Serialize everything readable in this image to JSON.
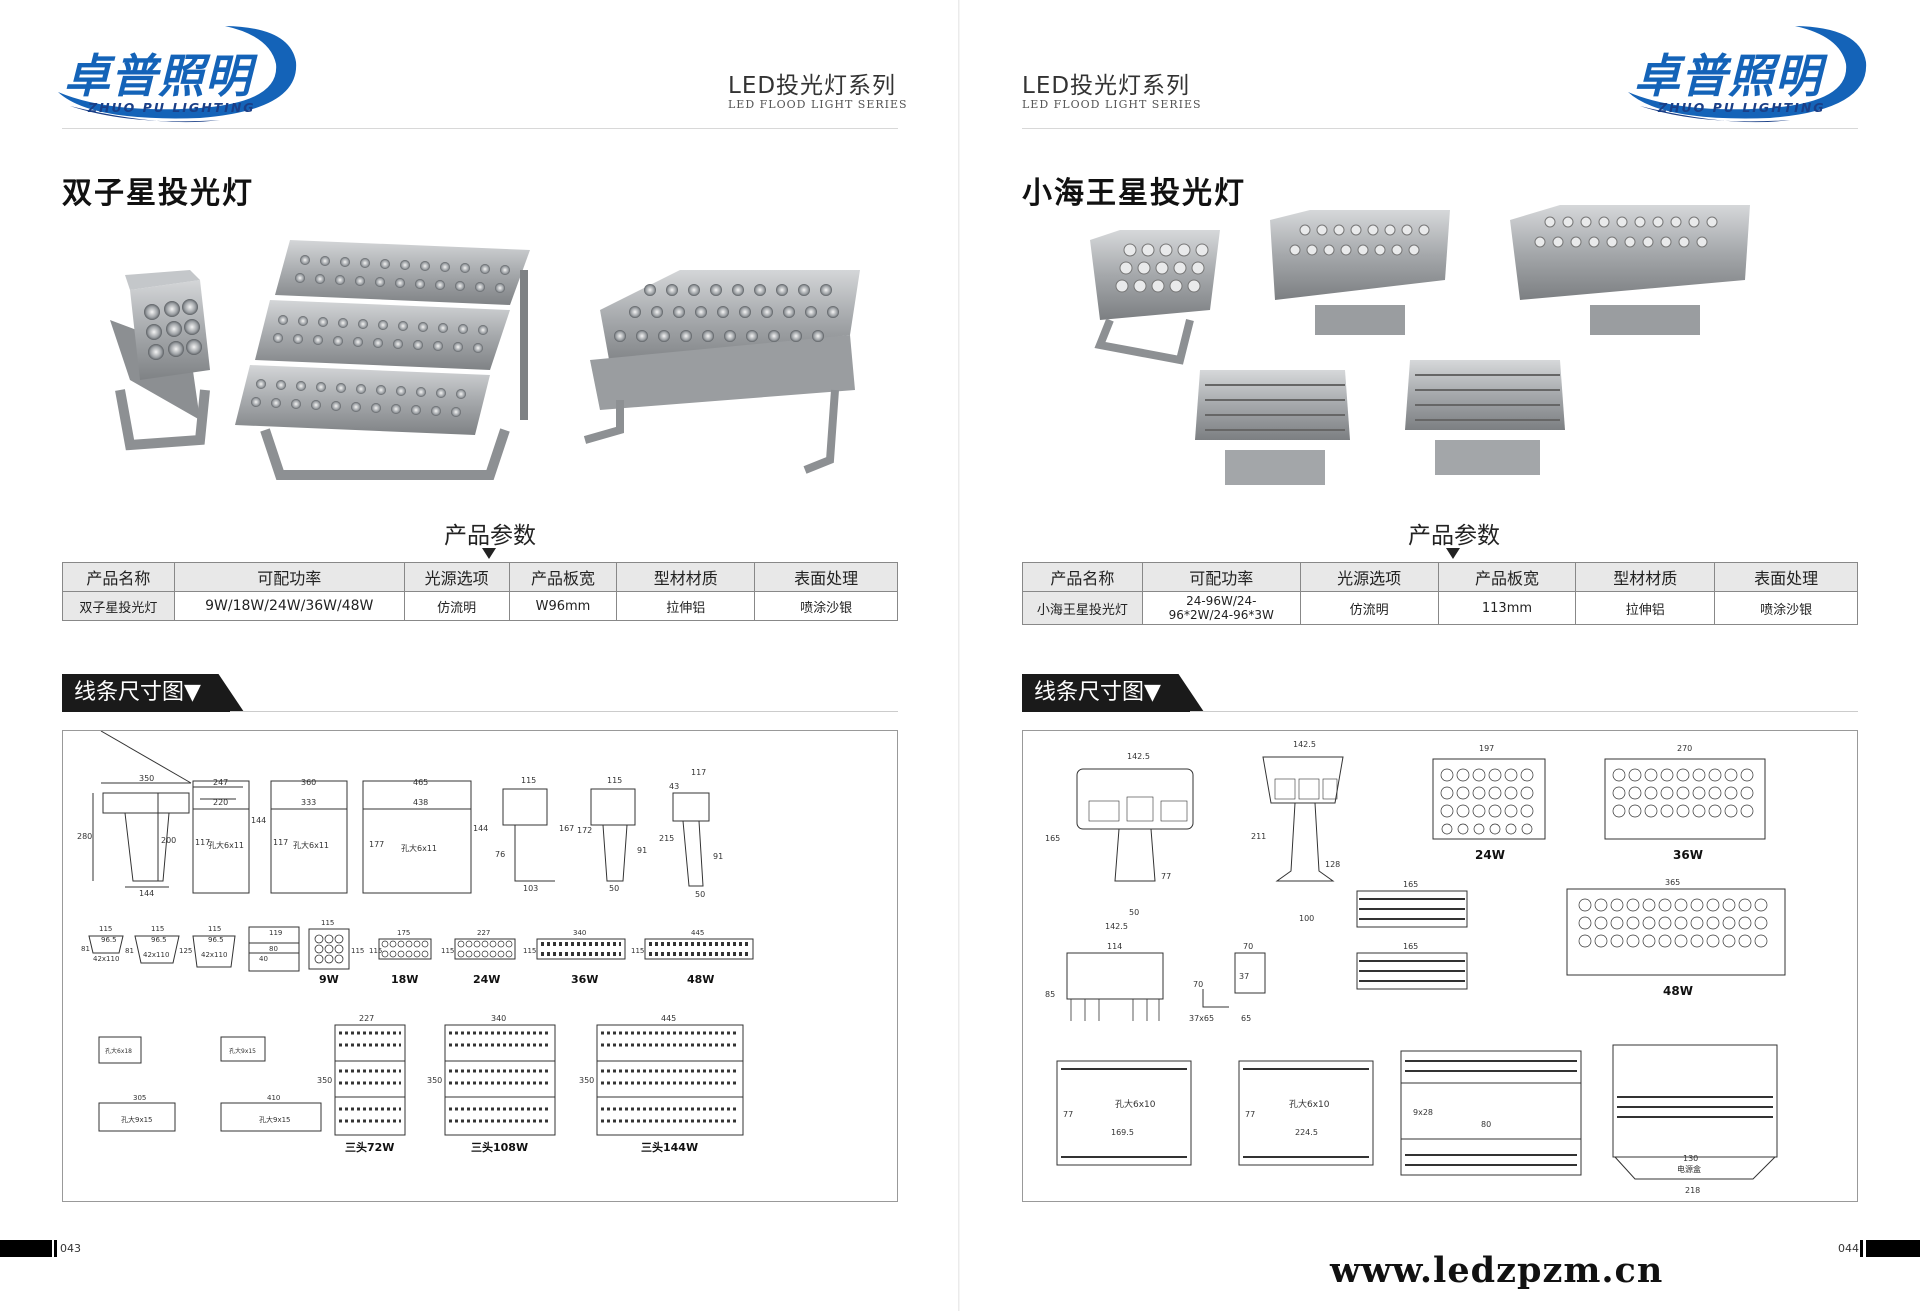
{
  "left": {
    "logo": {
      "cn": "卓普照明",
      "en": "ZHUO PU LIGHTING"
    },
    "series": {
      "cn": "LED投光灯系列",
      "en": "LED FLOOD LIGHT SERIES"
    },
    "title": "双子星投光灯",
    "params_title": "产品参数",
    "params": {
      "headers": [
        "产品名称",
        "可配功率",
        "光源选项",
        "产品板宽",
        "型材材质",
        "表面处理"
      ],
      "values": [
        "双子星投光灯",
        "9W/18W/24W/36W/48W",
        "仿流明",
        "W96mm",
        "拉伸铝",
        "喷涂沙银"
      ]
    },
    "dim_title": "线条尺寸图▼",
    "dims": {
      "top_row": [
        "350",
        "280",
        "200",
        "144",
        "247",
        "220",
        "144",
        "117",
        "孔大6x11",
        "360",
        "333",
        "117",
        "孔大6x11",
        "465",
        "438",
        "177",
        "孔大6x11",
        "144",
        "115",
        "167",
        "76",
        "103",
        "115",
        "172",
        "91",
        "50",
        "117",
        "43",
        "215",
        "91",
        "50"
      ],
      "mid_row": [
        "115",
        "96.5",
        "81",
        "42x110",
        "115",
        "96.5",
        "81",
        "42x110",
        "115",
        "96.5",
        "125",
        "42x110",
        "119",
        "80",
        "40",
        "115",
        "115",
        "175",
        "115",
        "227",
        "115",
        "340",
        "115",
        "445",
        "115"
      ],
      "watts": [
        "9W",
        "18W",
        "24W",
        "36W",
        "48W"
      ],
      "bottom_left": [
        "孔大6x18",
        "孔大9x15",
        "305",
        "孔大9x15",
        "410",
        "孔大9x15"
      ],
      "triple": [
        "227",
        "350",
        "三头72W",
        "340",
        "350",
        "三头108W",
        "445",
        "350",
        "三头144W"
      ]
    },
    "page_num": "043"
  },
  "right": {
    "logo": {
      "cn": "卓普照明",
      "en": "ZHUO PU LIGHTING"
    },
    "series": {
      "cn": "LED投光灯系列",
      "en": "LED FLOOD LIGHT SERIES"
    },
    "title": "小海王星投光灯",
    "params_title": "产品参数",
    "params": {
      "headers": [
        "产品名称",
        "可配功率",
        "光源选项",
        "产品板宽",
        "型材材质",
        "表面处理"
      ],
      "values": [
        "小海王星投光灯",
        "24-96W/24-96*2W/24-96*3W",
        "仿流明",
        "113mm",
        "拉伸铝",
        "喷涂沙银"
      ]
    },
    "dim_title": "线条尺寸图▼",
    "dims": {
      "a": [
        "142.5",
        "165",
        "77",
        "50"
      ],
      "b": [
        "142.5",
        "211",
        "128",
        "100"
      ],
      "w24": [
        "197",
        "24W"
      ],
      "w36": [
        "270",
        "36W"
      ],
      "w48": [
        "365",
        "48W"
      ],
      "profile": [
        "142.5",
        "114",
        "85",
        "70",
        "37",
        "70",
        "37x65",
        "65",
        "165",
        "165"
      ],
      "bottom": [
        "孔大6x10",
        "77",
        "169.5",
        "孔大6x10",
        "77",
        "224.5",
        "9x28",
        "80",
        "130",
        "电源盒",
        "218"
      ]
    },
    "page_num": "044",
    "url": "www.ledzpzm.cn"
  },
  "colors": {
    "logo_blue": "#1463b8",
    "logo_dark": "#1a3f87",
    "black": "#111111",
    "gray_header": "#e8e8e8"
  }
}
